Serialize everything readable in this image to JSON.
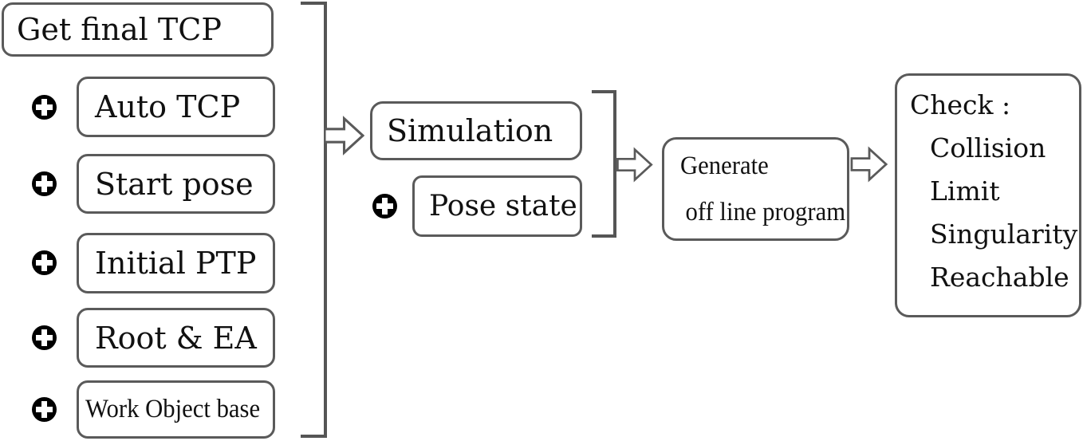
{
  "figure": {
    "nodes": {
      "get_final_tcp": "Get final TCP",
      "auto_tcp": "Auto TCP",
      "start_pose": "Start pose",
      "initial_ptp": "Initial PTP",
      "root_ea": "Root & EA",
      "work_object_base": "Work Object base",
      "simulation": "Simulation",
      "pose_state": "Pose state",
      "generate_line1": "Generate",
      "generate_line2": "off line program",
      "check_title": "Check :",
      "check_items": [
        "Collision",
        "Limit",
        "Singularity",
        "Reachable"
      ]
    },
    "icons": {
      "plus_icon": "plus-in-circle",
      "flow_arrow": "hollow-block-arrow-right",
      "bracket": "square-group-bracket"
    },
    "colors": {
      "background": "#ffffff",
      "box_border": "#5a5a5a",
      "bracket_stroke": "#555555",
      "arrow_stroke": "#5a5a5a",
      "text": "#111111",
      "icon_fill": "#000000",
      "icon_cross": "#ffffff"
    }
  }
}
